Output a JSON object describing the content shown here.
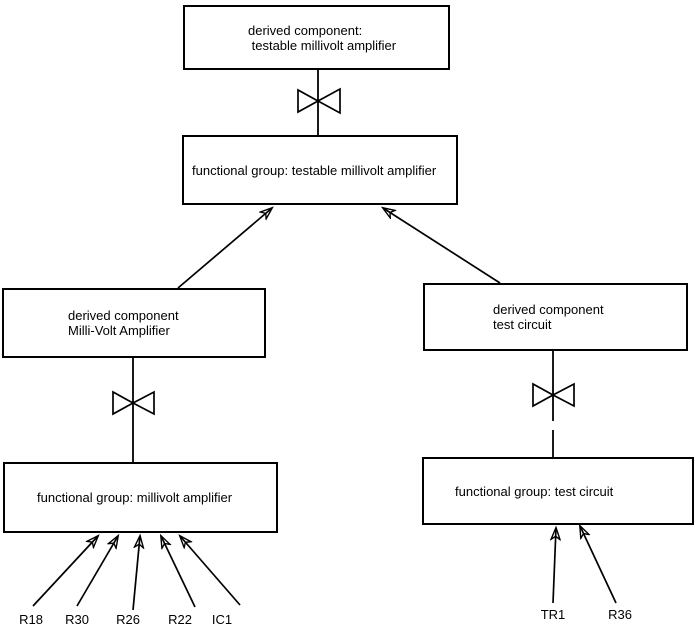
{
  "colors": {
    "background": "#ffffff",
    "line": "#000000",
    "text": "#000000"
  },
  "icons": {
    "decomposition_symbol": "bowtie-icon"
  },
  "nodes": {
    "top_derived": {
      "line1": "derived component:",
      "line2": " testable millivolt amplifier"
    },
    "top_functional": {
      "line1": "functional group: testable millivolt amplifier"
    },
    "left_derived": {
      "line1": "derived component",
      "line2": "Milli-Volt Amplifier"
    },
    "right_derived": {
      "line1": "derived component",
      "line2": "test circuit"
    },
    "left_functional": {
      "line1": "functional group: millivolt amplifier"
    },
    "right_functional": {
      "line1": "functional group: test circuit"
    }
  },
  "components_left": [
    "R18",
    "R30",
    "R26",
    "R22",
    "IC1"
  ],
  "components_right": [
    "TR1",
    "R36"
  ]
}
